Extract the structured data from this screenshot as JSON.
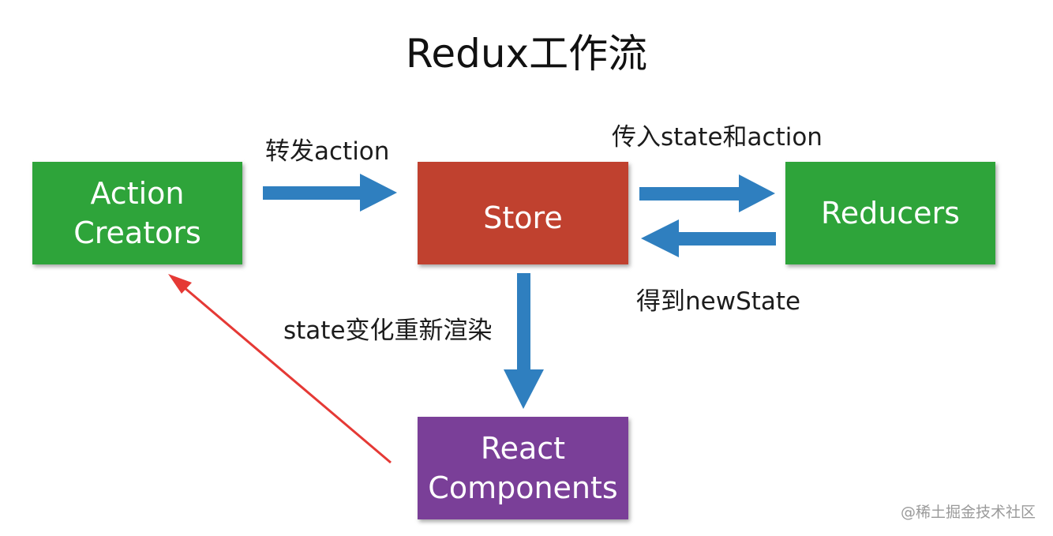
{
  "title": "Redux工作流",
  "nodes": {
    "action_creators": "Action\nCreators",
    "store": "Store",
    "reducers": "Reducers",
    "react_components": "React\nComponents"
  },
  "edge_labels": {
    "dispatch": "转发action",
    "to_reducers": "传入state和action",
    "from_reducers": "得到newState",
    "render": "state变化重新渲染"
  },
  "watermark": "@稀土掘金技术社区",
  "colors": {
    "node_green": "#2ea43a",
    "node_red": "#c0412f",
    "node_purple": "#7a3f98",
    "arrow_blue": "#2f7fbf",
    "arrow_red": "#e53935"
  }
}
